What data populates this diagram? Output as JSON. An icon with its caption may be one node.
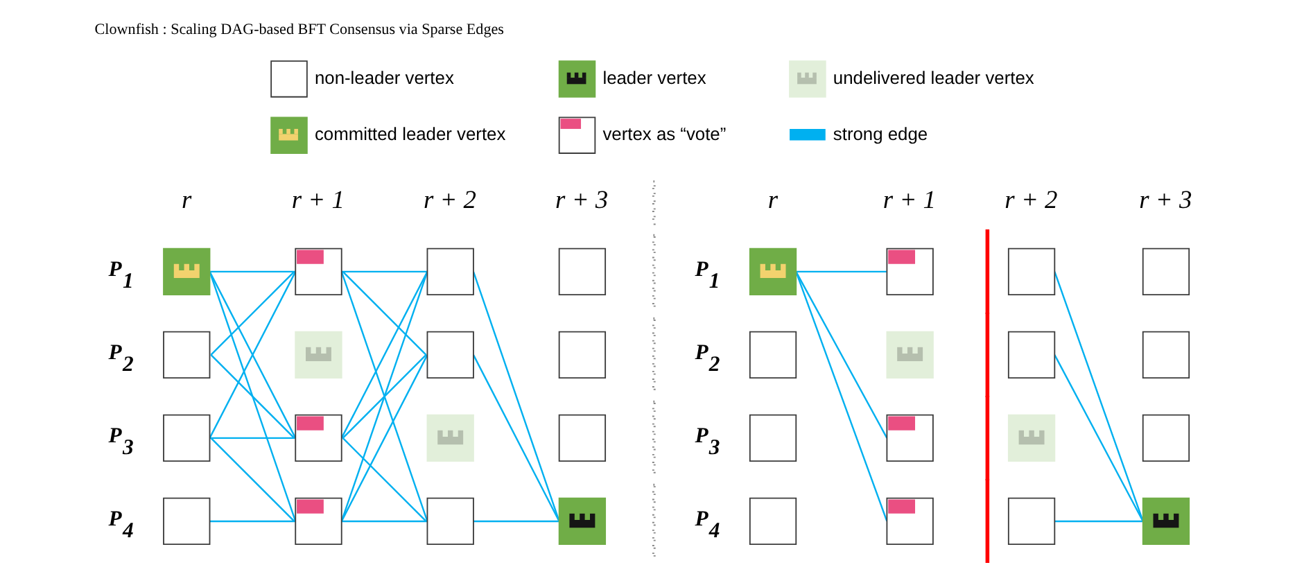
{
  "diagram": {
    "title": "Clownfish : Scaling DAG-based BFT Consensus via Sparse Edges",
    "nodes": [
      {
        "text": [],
        "shape": "box"
      },
      {
        "text": [],
        "shape": "box"
      },
      {
        "text": [],
        "shape": "box"
      },
      {
        "text": [],
        "shape": "box"
      },
      {
        "text": [],
        "shape": "box"
      },
      {
        "text": [],
        "shape": "box"
      },
      {
        "text": [],
        "shape": "box"
      },
      {
        "text": [],
        "shape": "box"
      },
      {
        "text": [],
        "shape": "box"
      },
      {
        "text": [],
        "shape": "box"
      },
      {
        "text": [],
        "shape": "box"
      },
      {
        "text": [],
        "shape": "box"
      },
      {
        "text": [],
        "shape": "box"
      },
      {
        "text": [],
        "shape": "box"
      },
      {
        "text": [],
        "shape": "box"
      },
      {
        "text": [],
        "shape": "box"
      },
      {
        "text": [],
        "shape": "box"
      },
      {
        "text": [],
        "shape": "box"
      },
      {
        "text": [],
        "shape": "box"
      },
      {
        "text": [],
        "shape": "box"
      },
      {
        "text": [],
        "shape": "box"
      },
      {
        "text": [],
        "shape": "box"
      },
      {
        "text": [],
        "shape": "box"
      },
      {
        "text": [],
        "shape": "box"
      },
      {
        "text": [],
        "shape": "box"
      },
      {
        "text": [],
        "shape": "box"
      },
      {
        "text": [],
        "shape": "box"
      },
      {
        "text": [],
        "shape": "box"
      },
      {
        "text": [],
        "shape": "box"
      },
      {
        "text": [],
        "shape": "box"
      },
      {
        "text": [],
        "shape": "box"
      },
      {
        "text": [],
        "shape": "box"
      }
    ],
    "edges": [
      {
        "from": 0,
        "to": 4,
        "arrow": "none"
      },
      {
        "from": 0,
        "to": 6,
        "arrow": "none"
      },
      {
        "from": 0,
        "to": 7,
        "arrow": "none"
      },
      {
        "from": 1,
        "to": 4,
        "arrow": "none"
      },
      {
        "from": 1,
        "to": 6,
        "arrow": "none"
      },
      {
        "from": 2,
        "to": 4,
        "arrow": "none"
      },
      {
        "from": 2,
        "to": 6,
        "arrow": "none"
      },
      {
        "from": 2,
        "to": 7,
        "arrow": "none"
      },
      {
        "from": 3,
        "to": 7,
        "arrow": "none"
      },
      {
        "from": 4,
        "to": 8,
        "arrow": "none"
      },
      {
        "from": 4,
        "to": 9,
        "arrow": "none"
      },
      {
        "from": 4,
        "to": 11,
        "arrow": "none"
      },
      {
        "from": 6,
        "to": 8,
        "arrow": "none"
      },
      {
        "from": 6,
        "to": 9,
        "arrow": "none"
      },
      {
        "from": 6,
        "to": 11,
        "arrow": "none"
      },
      {
        "from": 7,
        "to": 8,
        "arrow": "none"
      },
      {
        "from": 7,
        "to": 9,
        "arrow": "none"
      },
      {
        "from": 7,
        "to": 11,
        "arrow": "none"
      },
      {
        "from": 8,
        "to": 15,
        "arrow": "none"
      },
      {
        "from": 9,
        "to": 15,
        "arrow": "none"
      },
      {
        "from": 11,
        "to": 15,
        "arrow": "none"
      },
      {
        "from": 16,
        "to": 20,
        "arrow": "none"
      },
      {
        "from": 16,
        "to": 22,
        "arrow": "none"
      },
      {
        "from": 16,
        "to": 23,
        "arrow": "none"
      },
      {
        "from": 24,
        "to": 31,
        "arrow": "none"
      },
      {
        "from": 25,
        "to": 31,
        "arrow": "none"
      },
      {
        "from": 27,
        "to": 31,
        "arrow": "none"
      }
    ],
    "labels": [
      "r",
      "r + 1",
      "r + 2",
      "r + 3",
      "r",
      "r + 1",
      "r + 2",
      "r + 3",
      "P$_{1}$",
      "P$_{2}$",
      "P$_{3}$",
      "P$_{4}$",
      "P$_{1}$",
      "P$_{2}$",
      "P$_{3}$",
      "P$_{4}$"
    ],
    "legend": [
      {
        "text": "non-leader vertex"
      },
      {
        "text": "leader vertex"
      },
      {
        "text": "undelivered leader vertex"
      },
      {
        "text": "committed leader vertex"
      },
      {
        "text": "vertex as “vote”"
      },
      {
        "text": "strong edge",
        "color": "#00b0f0"
      }
    ]
  }
}
